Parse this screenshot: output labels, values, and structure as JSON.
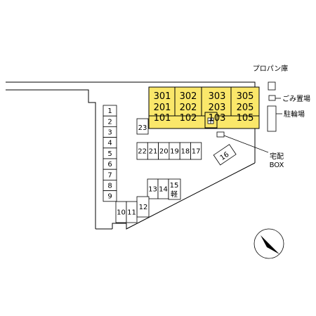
{
  "buildings": [
    {
      "rooms": [
        "301",
        "201",
        "101"
      ]
    },
    {
      "rooms": [
        "302",
        "202",
        "102"
      ]
    },
    {
      "rooms": [
        "303",
        "203",
        "103"
      ]
    },
    {
      "rooms": [
        "305",
        "205",
        "105"
      ]
    }
  ],
  "parking": {
    "left_column": [
      "1",
      "2",
      "3",
      "4",
      "5",
      "6",
      "7",
      "8",
      "9"
    ],
    "row_mid": [
      "22",
      "21",
      "20",
      "19",
      "18",
      "17"
    ],
    "slot_23": "23",
    "slot_16": "16",
    "group_low_a": [
      "13",
      "14"
    ],
    "slot_15_num": "15",
    "slot_15_note": "軽",
    "slot_12": "12",
    "group_bottom": [
      "10",
      "11"
    ]
  },
  "labels": {
    "propane": "プロパン庫",
    "garbage": "ごみ置場",
    "bike": "駐輪場",
    "delivery_line1": "宅配",
    "delivery_line2": "BOX"
  },
  "colors": {
    "building_fill": "#fae76a",
    "line": "#000000",
    "background": "#ffffff"
  },
  "icons": [
    "north-arrow-icon",
    "stair-icon"
  ]
}
